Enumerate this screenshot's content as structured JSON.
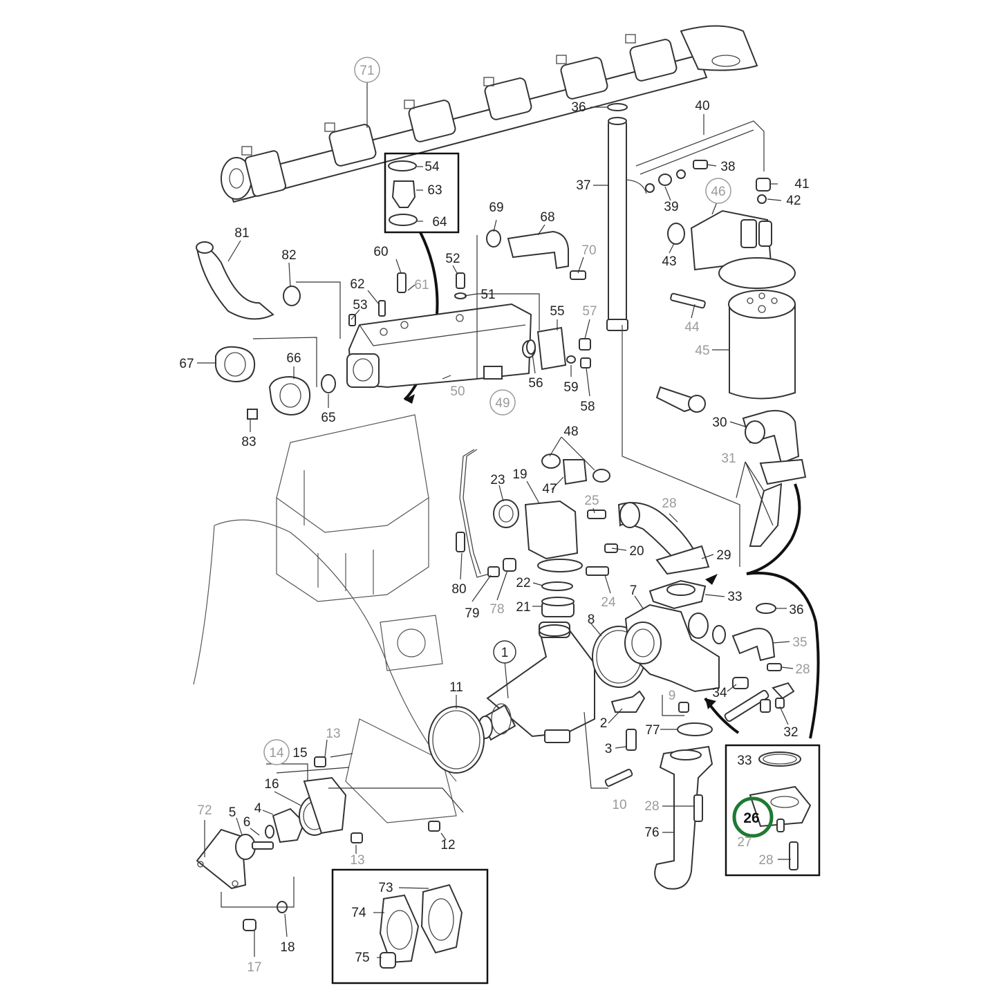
{
  "callouts": {
    "c1": "1",
    "c2": "2",
    "c3": "3",
    "c4": "4",
    "c5": "5",
    "c6": "6",
    "c7": "7",
    "c8": "8",
    "c9": "9",
    "c10": "10",
    "c11": "11",
    "c12": "12",
    "c13a": "13",
    "c13b": "13",
    "c14": "14",
    "c15": "15",
    "c16": "16",
    "c17": "17",
    "c18": "18",
    "c19": "19",
    "c20": "20",
    "c21": "21",
    "c22": "22",
    "c23": "23",
    "c24": "24",
    "c25": "25",
    "c26": "26",
    "c27": "27",
    "c28a": "28",
    "c28b": "28",
    "c28c": "28",
    "c28d": "28",
    "c29": "29",
    "c30": "30",
    "c31": "31",
    "c32": "32",
    "c33a": "33",
    "c33b": "33",
    "c34": "34",
    "c35": "35",
    "c36a": "36",
    "c36b": "36",
    "c37": "37",
    "c38": "38",
    "c39": "39",
    "c40": "40",
    "c41": "41",
    "c42": "42",
    "c43": "43",
    "c44": "44",
    "c45": "45",
    "c46": "46",
    "c47": "47",
    "c48": "48",
    "c49": "49",
    "c50": "50",
    "c51": "51",
    "c52": "52",
    "c53": "53",
    "c54": "54",
    "c55": "55",
    "c56": "56",
    "c57": "57",
    "c58": "58",
    "c59": "59",
    "c60": "60",
    "c61": "61",
    "c62": "62",
    "c63": "63",
    "c64": "64",
    "c65": "65",
    "c66": "66",
    "c67": "67",
    "c68": "68",
    "c69": "69",
    "c70": "70",
    "c71": "71",
    "c72": "72",
    "c73": "73",
    "c74": "74",
    "c75": "75",
    "c76": "76",
    "c77": "77",
    "c78": "78",
    "c79": "79",
    "c80": "80",
    "c81": "81",
    "c82": "82",
    "c83": "83"
  },
  "highlight": {
    "part_number": "26",
    "ring_color": "#1e7a32"
  }
}
